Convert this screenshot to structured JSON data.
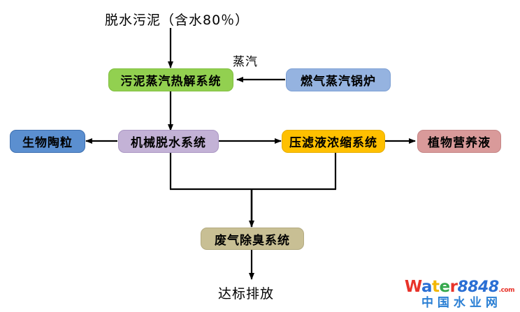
{
  "diagram": {
    "title_label": "脱水污泥（含水80％）",
    "steam_label": "蒸汽",
    "discharge_label": "达标排放",
    "nodes": [
      {
        "id": "pyrolysis",
        "label": "污泥蒸汽热解系统",
        "color": "#92d050"
      },
      {
        "id": "boiler",
        "label": "燃气蒸汽锅炉",
        "color": "#95b3e0"
      },
      {
        "id": "ceramsite",
        "label": "生物陶粒",
        "color": "#5b8fd0"
      },
      {
        "id": "dewatering",
        "label": "机械脱水系统",
        "color": "#c3b2d6"
      },
      {
        "id": "concentration",
        "label": "压滤液浓缩系统",
        "color": "#ffc000"
      },
      {
        "id": "nutrient",
        "label": "植物营养液",
        "color": "#d99a9a"
      },
      {
        "id": "deodorization",
        "label": "废气除臭系统",
        "color": "#c8bf94"
      }
    ]
  },
  "watermark": {
    "w": "W",
    "a": "a",
    "t": "t",
    "e": "e",
    "r": "r",
    "number": "8848",
    "domain": ".com",
    "chinese": "中国水业网"
  }
}
